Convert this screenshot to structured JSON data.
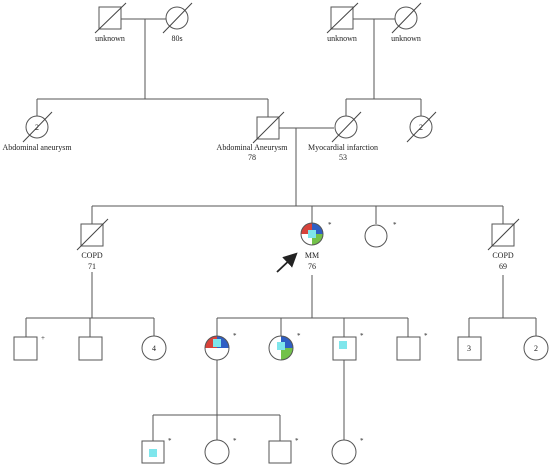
{
  "colors": {
    "red": "#d8423a",
    "blue": "#2f5fc4",
    "cyan": "#7fe6ec",
    "green": "#73c14a",
    "line": "#555555"
  },
  "labels": {
    "g1_m1": "unknown",
    "g1_f1": "80s",
    "g1_m2": "unknown",
    "g1_f2": "unknown",
    "g2_f_aunt": "Abdominal aneurysm",
    "g2_m_grandpa_a": "Abdominal Aneurysm",
    "g2_m_grandpa_b": "78",
    "g2_f_grandma_a": "Myocardial infarction",
    "g2_f_grandma_b": "53",
    "g3_uncle_a": "COPD",
    "g3_uncle_b": "71",
    "g3_proband_a": "MM",
    "g3_proband_b": "76",
    "g3_uncle2_a": "COPD",
    "g3_uncle2_b": "69"
  },
  "counts": {
    "g2_aunt": "2",
    "g2_right": "2",
    "g4_child4": "4",
    "g4_sq3": "3",
    "g4_circ2": "2"
  },
  "marks": {
    "asterisk": "*",
    "plus": "+"
  },
  "icons": {
    "proband_arrow": "arrow-icon"
  }
}
